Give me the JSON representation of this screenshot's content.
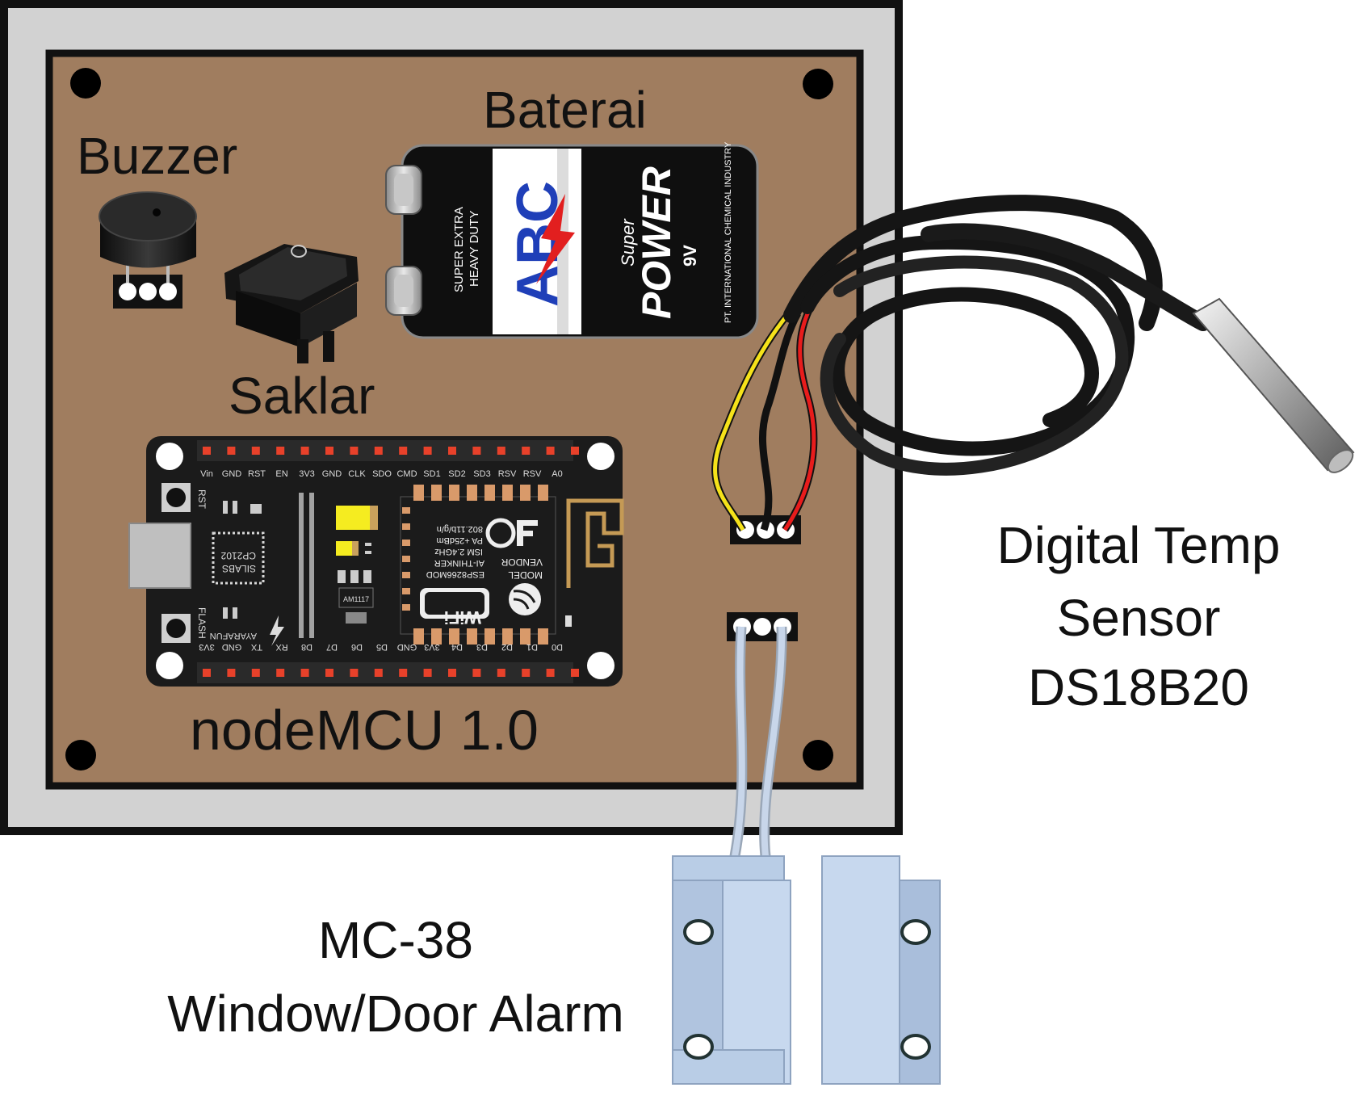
{
  "labels": {
    "buzzer": "Buzzer",
    "battery": "Baterai",
    "switch": "Saklar",
    "board": "nodeMCU 1.0",
    "temp_line1": "Digital Temp",
    "temp_line2": "Sensor",
    "temp_line3": "DS18B20",
    "alarm_line1": "MC-38",
    "alarm_line2": "Window/Door Alarm"
  },
  "battery": {
    "side_text_1": "SUPER EXTRA",
    "side_text_2": "HEAVY DUTY",
    "brand": "ABC",
    "super": "Super",
    "power": "POWER",
    "voltage": "9V",
    "maker": "PT. INTERNATIONAL CHEMICAL INDUSTRY"
  },
  "nodemcu": {
    "top_pins": [
      "Vin",
      "GND",
      "RST",
      "EN",
      "3V3",
      "GND",
      "CLK",
      "SDO",
      "CMD",
      "SD1",
      "SD2",
      "SD3",
      "RSV",
      "RSV",
      "A0"
    ],
    "bottom_pins": [
      "3V3",
      "GND",
      "TX",
      "RX",
      "D8",
      "D7",
      "D6",
      "D5",
      "GND",
      "3V3",
      "D4",
      "D3",
      "D2",
      "D1",
      "D0"
    ],
    "rst_label": "RST",
    "flash_label": "FLASH",
    "chip_label_1": "SILABS",
    "chip_label_2": "CP2102",
    "maker_label": "AYARAFUN",
    "regulator_label": "AM1117",
    "module_model": "MODEL",
    "module_vendor": "VENDOR",
    "module_name": "ESP8266MOD",
    "module_vendor_name": "AI-THINKER",
    "module_band": "ISM 2.4GHz",
    "module_power": "PA +25dBm",
    "module_std": "802.11b/g/n",
    "wifi_label": "WiFi"
  },
  "colors": {
    "board_brown": "#a07d5f",
    "frame_gray": "#d2d2d2",
    "outline": "#111111",
    "pcb_black": "#1b1b1b",
    "magnet_blue": "#b9cde6",
    "wire_red": "#e81c1c",
    "wire_yellow": "#f5e21a"
  }
}
